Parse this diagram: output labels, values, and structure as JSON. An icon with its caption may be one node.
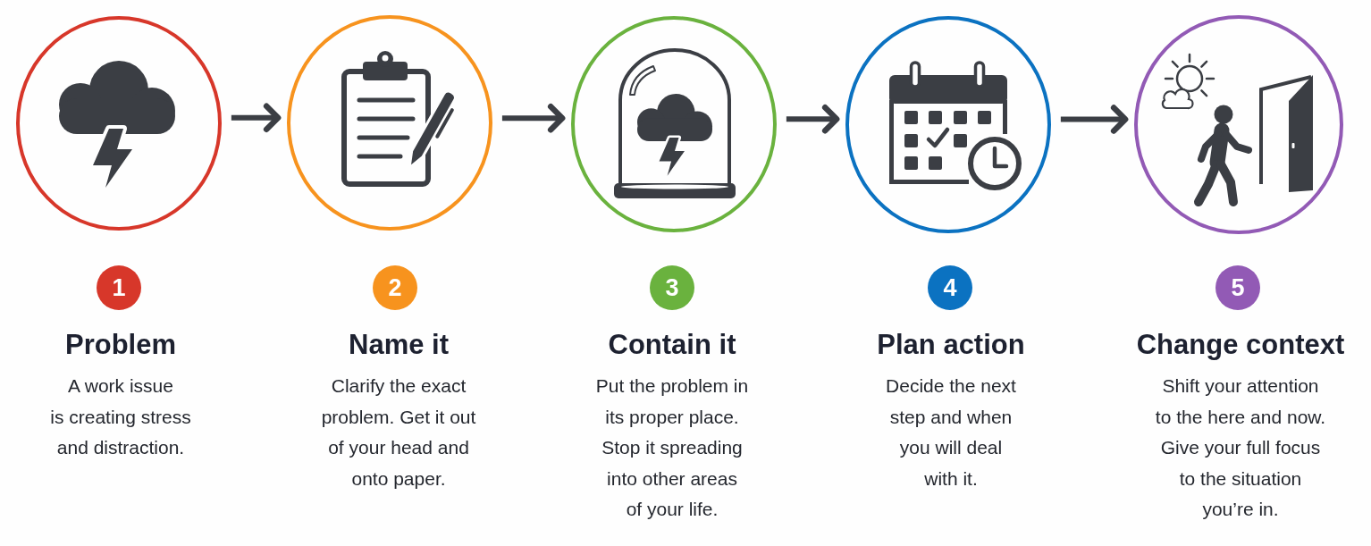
{
  "diagram": {
    "nodes": [
      {
        "text": [],
        "shape": "circle"
      },
      {
        "text": [],
        "shape": "circle"
      },
      {
        "text": [],
        "shape": "circle"
      },
      {
        "text": [],
        "shape": "circle"
      },
      {
        "text": [],
        "shape": "circle"
      },
      {
        "text": [
          "1"
        ],
        "beside": [
          "Problem",
          "A work issue is creating stress and distraction."
        ]
      },
      {
        "text": [
          "2"
        ],
        "beside": [
          "Name it",
          "Clarify the exact problem. Get it out of your head and onto paper."
        ]
      },
      {
        "text": [
          "3"
        ],
        "beside": [
          "Contain it",
          "Put the problem in its proper place. Stop it spreading into other areas of your life."
        ]
      },
      {
        "text": [
          "4"
        ],
        "beside": [
          "Plan action",
          "Decide the next step and when you will deal with it."
        ]
      },
      {
        "text": [
          "5"
        ],
        "beside": [
          "Change context",
          "Shift your attention to the here and now. Give your full focus to the situation you’re in."
        ]
      }
    ],
    "edges": [
      {
        "from": 0,
        "to": 1,
        "arrow": "to"
      },
      {
        "from": 1,
        "to": 2,
        "arrow": "to"
      },
      {
        "from": 2,
        "to": 3,
        "arrow": "to"
      },
      {
        "from": 3,
        "to": 4,
        "arrow": "to"
      }
    ]
  }
}
